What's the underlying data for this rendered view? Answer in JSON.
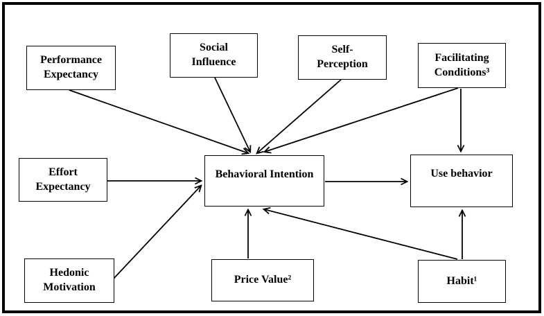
{
  "diagram": {
    "nodes": {
      "performance_expectancy": {
        "label": "Performance\nExpectancy"
      },
      "social_influence": {
        "label": "Social\nInfluence"
      },
      "self_perception": {
        "label": "Self-\nPerception"
      },
      "facilitating_conditions": {
        "label": "Facilitating\nConditions³"
      },
      "effort_expectancy": {
        "label": "Effort\nExpectancy"
      },
      "hedonic_motivation": {
        "label": "Hedonic\nMotivation"
      },
      "price_value": {
        "label": "Price Value²"
      },
      "habit": {
        "label": "Habit¹"
      },
      "behavioral_intention": {
        "label": "Behavioral Intention"
      },
      "use_behavior": {
        "label": "Use behavior"
      }
    },
    "edges": [
      {
        "from": "Performance Expectancy",
        "to": "Behavioral Intention"
      },
      {
        "from": "Social Influence",
        "to": "Behavioral Intention"
      },
      {
        "from": "Self-Perception",
        "to": "Behavioral Intention"
      },
      {
        "from": "Facilitating Conditions",
        "to": "Behavioral Intention"
      },
      {
        "from": "Facilitating Conditions",
        "to": "Use behavior"
      },
      {
        "from": "Effort Expectancy",
        "to": "Behavioral Intention"
      },
      {
        "from": "Hedonic Motivation",
        "to": "Behavioral Intention"
      },
      {
        "from": "Price Value",
        "to": "Behavioral Intention"
      },
      {
        "from": "Habit",
        "to": "Behavioral Intention"
      },
      {
        "from": "Habit",
        "to": "Use behavior"
      },
      {
        "from": "Behavioral Intention",
        "to": "Use behavior"
      }
    ],
    "colors": {
      "line": "#000000",
      "box_border": "#000000",
      "background": "#ffffff",
      "text": "#000000"
    }
  }
}
